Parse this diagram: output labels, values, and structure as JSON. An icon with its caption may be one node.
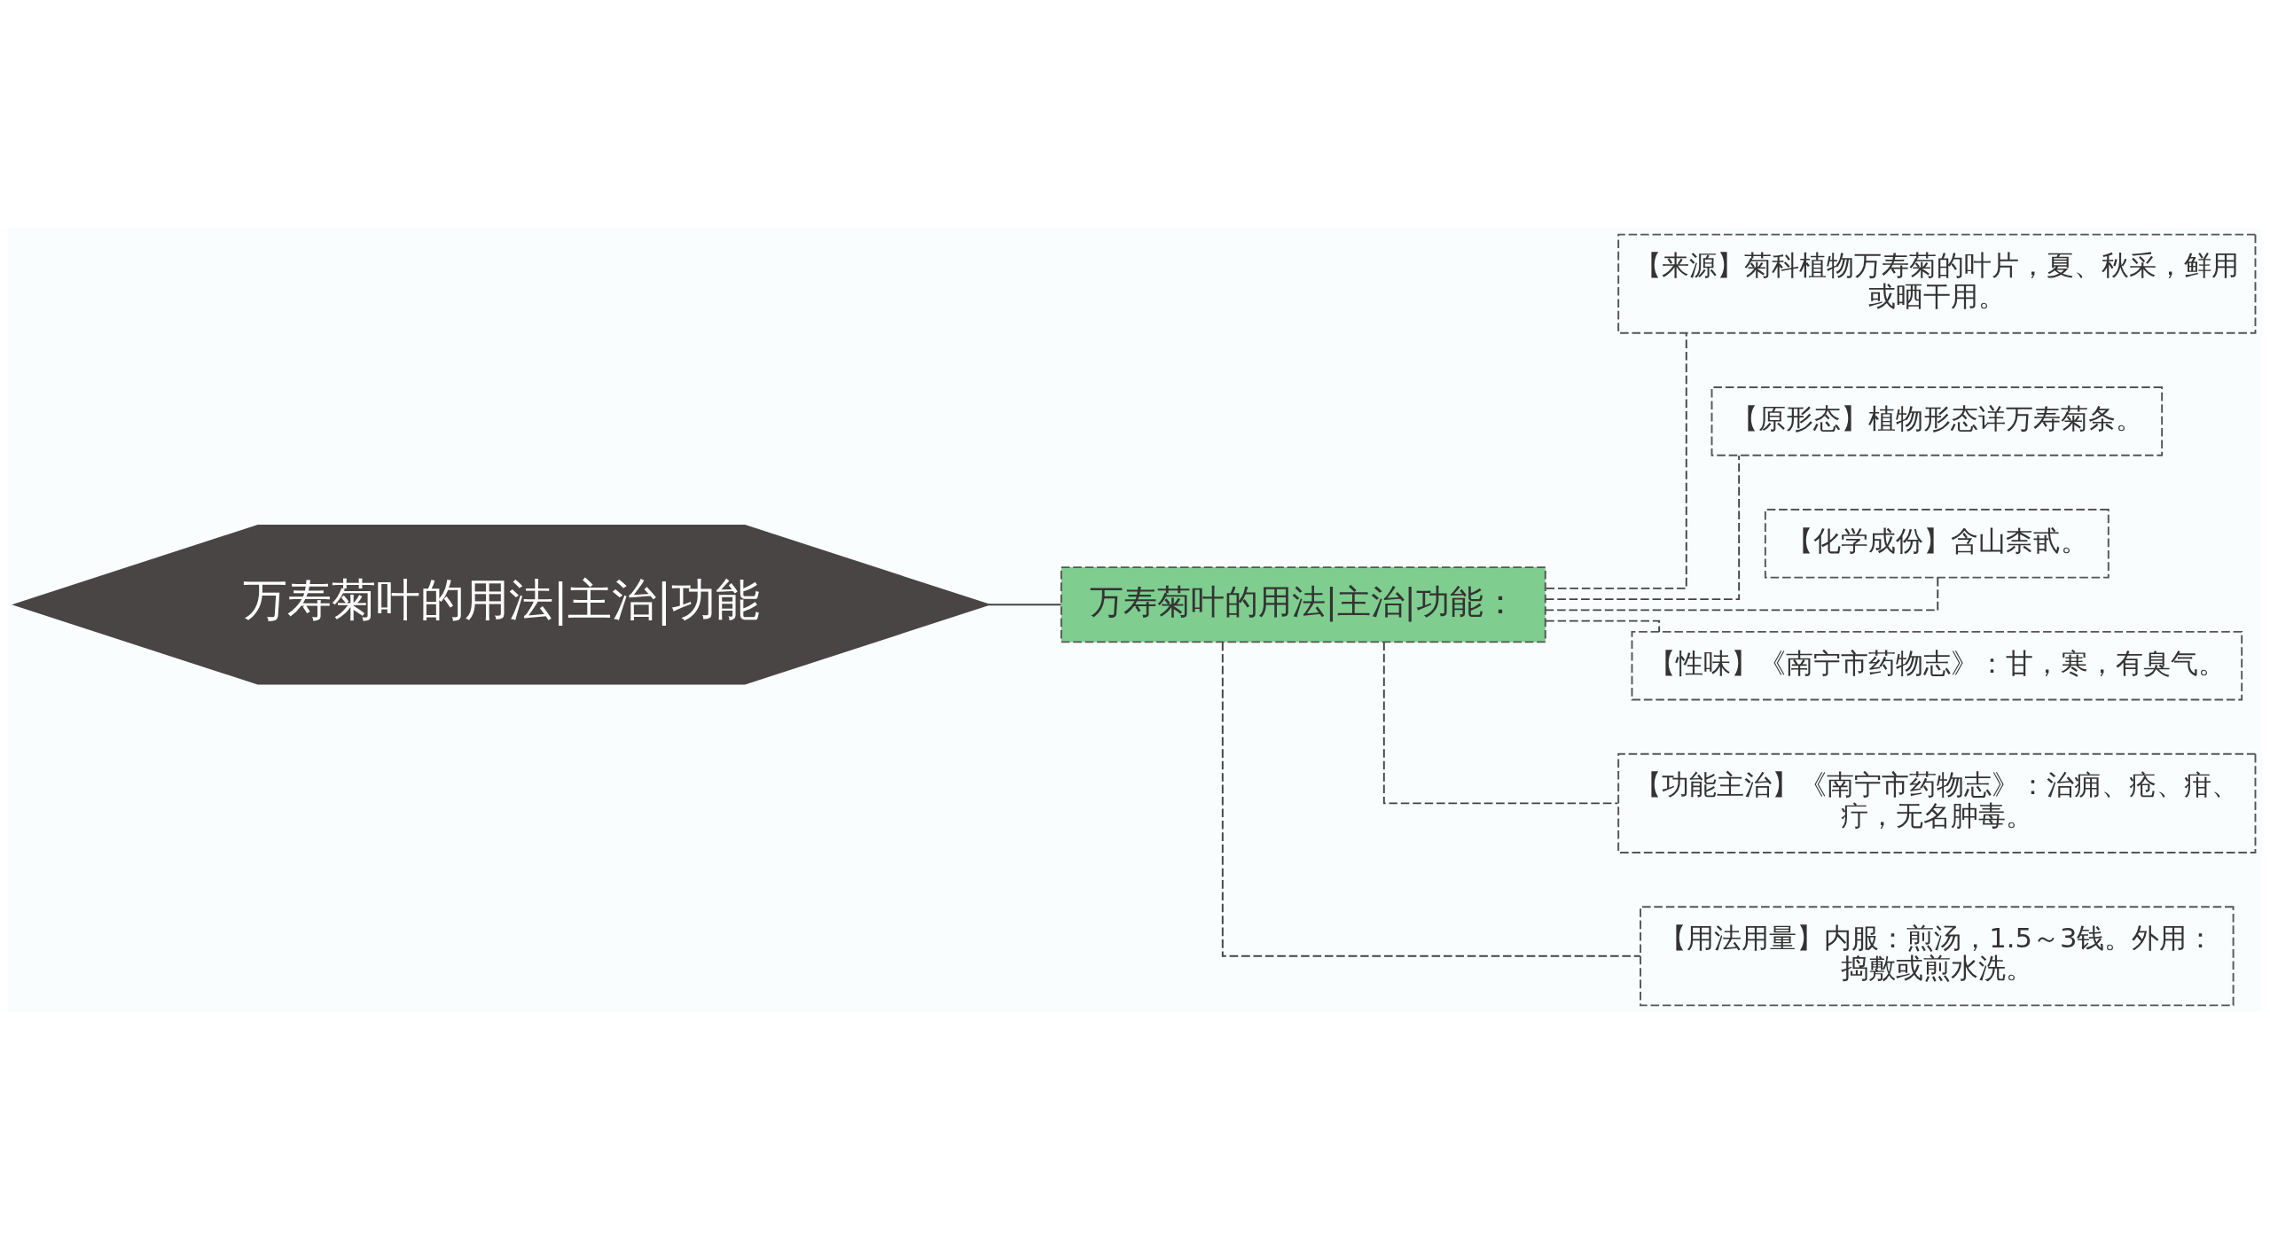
{
  "diagram": {
    "nodes": [
      {
        "text": [
          "万寿菊叶的用法|主治|功能"
        ]
      },
      {
        "text": [
          "万寿菊叶的用法|主治|功能："
        ]
      },
      {
        "text": [
          "【来源】菊科植物万寿菊的叶片，夏、秋采，鲜用或晒干用。"
        ]
      },
      {
        "text": [
          "【原形态】植物形态详万寿菊条。"
        ]
      },
      {
        "text": [
          "【化学成份】含山柰甙。"
        ]
      },
      {
        "text": [
          "【性味】《南宁市药物志》：甘，寒，有臭气。"
        ]
      },
      {
        "text": [
          "【功能主治】《南宁市药物志》：治痈、疮、疳、疔，无名肿毒。"
        ]
      },
      {
        "text": [
          "【用法用量】内服：煎汤，1.5～3钱。外用：捣敷或煎水洗。"
        ]
      }
    ],
    "edges": [
      {
        "from": 0,
        "to": 1,
        "arrow": "none"
      },
      {
        "from": 1,
        "to": 2,
        "arrow": "none",
        "style": "dashed"
      },
      {
        "from": 1,
        "to": 3,
        "arrow": "none",
        "style": "dashed"
      },
      {
        "from": 1,
        "to": 4,
        "arrow": "none",
        "style": "dashed"
      },
      {
        "from": 1,
        "to": 5,
        "arrow": "none",
        "style": "dashed"
      },
      {
        "from": 1,
        "to": 6,
        "arrow": "none",
        "style": "dashed"
      },
      {
        "from": 1,
        "to": 7,
        "arrow": "none",
        "style": "dashed"
      }
    ]
  }
}
